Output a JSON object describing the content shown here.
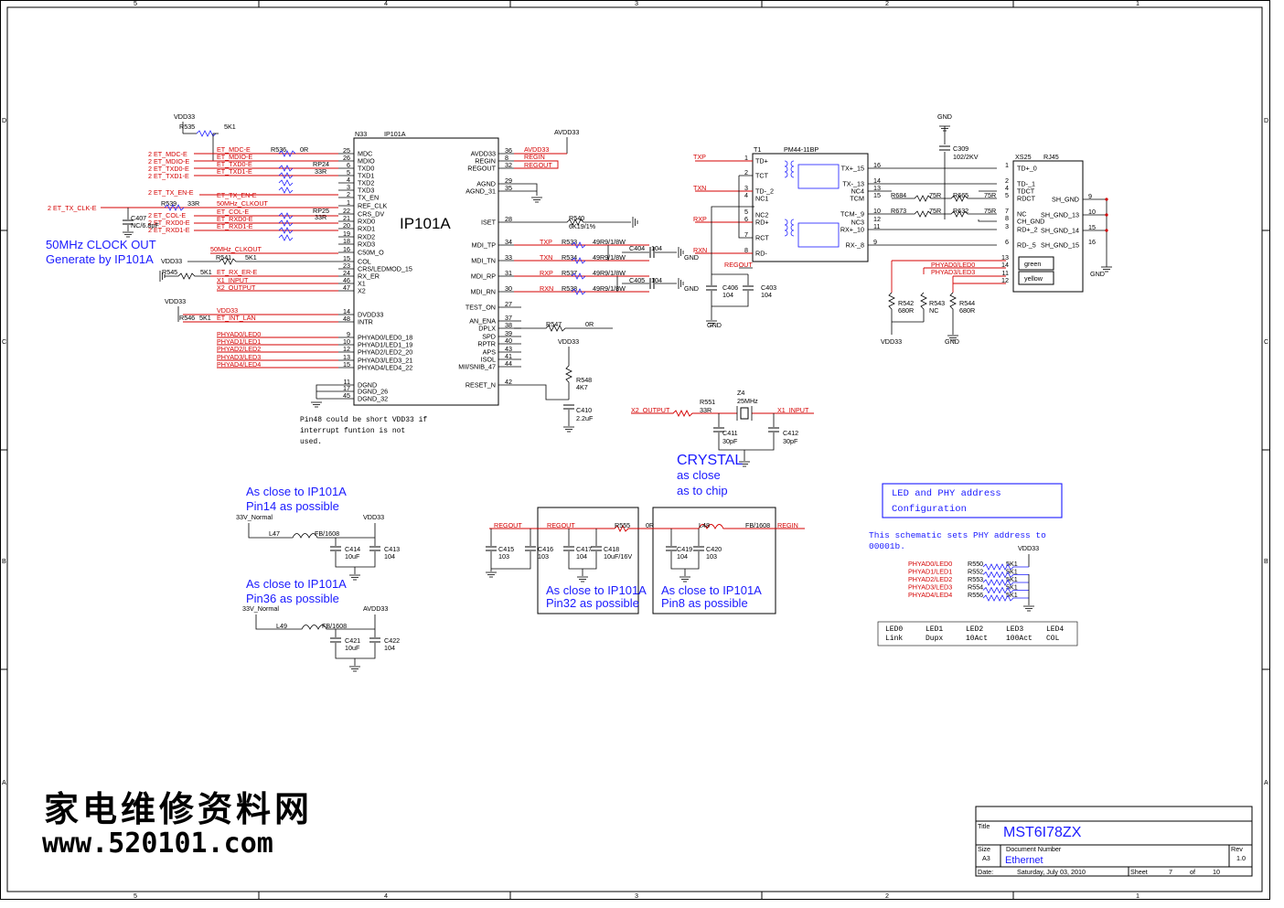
{
  "frame": {
    "cols": [
      "5",
      "4",
      "3",
      "2",
      "1"
    ],
    "rows": [
      "D",
      "C",
      "B",
      "A"
    ]
  },
  "ic": {
    "ref": "N33",
    "part": "IP101A",
    "label": "IP101A",
    "left_pins": [
      {
        "n": "25",
        "name": "MDC"
      },
      {
        "n": "26",
        "name": "MDIO"
      },
      {
        "n": "6",
        "name": "TXD0"
      },
      {
        "n": "5",
        "name": "TXD1"
      },
      {
        "n": "4",
        "name": "TXD2"
      },
      {
        "n": "3",
        "name": "TXD3"
      },
      {
        "n": "2",
        "name": "TX_EN"
      },
      {
        "n": "1",
        "name": "REF_CLK"
      },
      {
        "n": "22",
        "name": "CRS_DV"
      },
      {
        "n": "21",
        "name": "RXD0"
      },
      {
        "n": "20",
        "name": "RXD1"
      },
      {
        "n": "19",
        "name": "RXD2"
      },
      {
        "n": "18",
        "name": "RXD3"
      },
      {
        "n": "16",
        "name": "C50M_O"
      },
      {
        "n": "15",
        "name": "COL"
      },
      {
        "n": "23",
        "name": "CRS/LEDMOD_15"
      },
      {
        "n": "24",
        "name": "RX_ER"
      },
      {
        "n": "46",
        "name": "X1"
      },
      {
        "n": "47",
        "name": "X2"
      },
      {
        "n": "14",
        "name": "DVDD33"
      },
      {
        "n": "48",
        "name": "INTR"
      },
      {
        "n": "9",
        "name": "PHYAD0/LED0_18"
      },
      {
        "n": "10",
        "name": "PHYAD1/LED1_19"
      },
      {
        "n": "12",
        "name": "PHYAD2/LED2_20"
      },
      {
        "n": "13",
        "name": "PHYAD3/LED3_21"
      },
      {
        "n": "15",
        "name": "PHYAD4/LED4_22"
      },
      {
        "n": "11",
        "name": "DGND"
      },
      {
        "n": "17",
        "name": "DGND_26"
      },
      {
        "n": "45",
        "name": "DGND_32"
      }
    ],
    "right_pins": [
      {
        "n": "36",
        "name": "AVDD33"
      },
      {
        "n": "8",
        "name": "REGIN"
      },
      {
        "n": "32",
        "name": "REGOUT"
      },
      {
        "n": "29",
        "name": "AGND"
      },
      {
        "n": "35",
        "name": "AGND_31"
      },
      {
        "n": "28",
        "name": "ISET"
      },
      {
        "n": "34",
        "name": "MDI_TP"
      },
      {
        "n": "33",
        "name": "MDI_TN"
      },
      {
        "n": "31",
        "name": "MDI_RP"
      },
      {
        "n": "30",
        "name": "MDI_RN"
      },
      {
        "n": "27",
        "name": "TEST_ON"
      },
      {
        "n": "37",
        "name": "AN_ENA"
      },
      {
        "n": "38",
        "name": "DPLX"
      },
      {
        "n": "39",
        "name": "SPD"
      },
      {
        "n": "40",
        "name": "RPTR"
      },
      {
        "n": "43",
        "name": "APS"
      },
      {
        "n": "41",
        "name": "ISOL"
      },
      {
        "n": "44",
        "name": "MII/SNIB_47"
      },
      {
        "n": "42",
        "name": "RESET_N"
      }
    ]
  },
  "left_nets": {
    "mdc": "2  ET_MDC-E",
    "mdio": "2  ET_MDIO-E",
    "txd0": "2  ET_TXD0-E",
    "txd1": "2  ET_TXD1-E",
    "txen": "2  ET_TX_EN-E",
    "txclk": "2  ET_TX_CLK-E",
    "col": "2  ET_COL-E",
    "rxd0": "2  ET_RXD0-E",
    "rxd1": "2  ET_RXD1-E",
    "n_mdc": "ET_MDC-E",
    "n_mdio": "ET_MDIO-E",
    "n_txd0": "ET_TXD0-E",
    "n_txd1": "ET_TXD1-E",
    "n_txen": "ET_TX_EN-E",
    "n_clk": "50MHz_CLKOUT",
    "n_col": "ET_COL-E",
    "n_rxd0": "ET_RXD0-E",
    "n_rxd1": "ET_RXD1-E",
    "n_c50": "50MHz_CLKOUT",
    "n_rxer": "ET_RX_ER-E",
    "n_x1": "X1_INPUT",
    "n_x2": "X2_OUTPUT",
    "n_vdd": "VDD33",
    "n_int": "ET_INT_LAN",
    "n_led": [
      "PHYAD0/LED0",
      "PHYAD1/LED1",
      "PHYAD2/LED2",
      "PHYAD3/LED3",
      "PHYAD4/LED4"
    ]
  },
  "left_parts": {
    "vdd_top": "VDD33",
    "r535": "R535",
    "r535v": "5K1",
    "r536": "R536",
    "r536v": "0R",
    "rp24": "RP24",
    "rp24v": "33R",
    "rp25": "RP25",
    "rp25v": "33R",
    "r539": "R539",
    "r539v": "33R",
    "c407": "C407",
    "c407v": "NC/6.8pF",
    "r541": "R541",
    "r541v": "5K1",
    "r545": "R545",
    "r545v": "5K1",
    "vdd_l1": "VDD33",
    "vdd_l2": "VDD33",
    "r546": "R546",
    "r546v": "5K1",
    "clk_note1": "50MHz CLOCK OUT",
    "clk_note2": "Generate by IP101A"
  },
  "right_parts": {
    "avdd": "AVDD33",
    "n_avdd": "AVDD33",
    "n_regin": "REGIN",
    "n_regout": "REGOUT",
    "r540": "R540",
    "r540v": "6K19/1%",
    "txp": "TXP",
    "txn": "TXN",
    "rxp": "RXP",
    "rxn": "RXN",
    "r533": "R533",
    "r534": "R534",
    "r537": "R537",
    "r538": "R538",
    "rv": "49R9/1/8W",
    "c404": "C404",
    "c405": "C405",
    "cv104": "104",
    "gnd": "GND",
    "r547": "R547",
    "r547v": "0R",
    "vdd_rst": "VDD33",
    "r548": "R548",
    "r548v": "4K7",
    "c410": "C410",
    "c410v": "2.2uF"
  },
  "note_pin48": [
    "Pin48 could be short VDD33 if",
    "interrupt funtion is not",
    "used."
  ],
  "xfmr": {
    "ref": "T1",
    "part": "PM44-11BP",
    "left": [
      "TD+",
      "TCT",
      "TD-_2",
      "NC1",
      "NC2",
      "RD+",
      "RCT",
      "RD-"
    ],
    "left_n": [
      "1",
      "2",
      "3",
      "4",
      "5",
      "6",
      "7",
      "8"
    ],
    "right": [
      "TX+_15",
      "TX-_13",
      "NC4",
      "TCM",
      "TCM-_9",
      "NC3",
      "RX+_10",
      "RX-_8"
    ],
    "right_n": [
      "16",
      "14",
      "13",
      "15",
      "10",
      "12",
      "11",
      "9"
    ],
    "nets": [
      "TXP",
      "TXN",
      "RXP",
      "RXN"
    ],
    "regout": "REGOUT",
    "c406": "C406",
    "c403": "C403",
    "cv": "104",
    "gnd": "GND"
  },
  "rj45": {
    "ref": "XS25",
    "part": "RJ45",
    "pins": [
      "TD+_0",
      "TD-_1",
      "TDCT",
      "RDCT",
      "NC",
      "CH_GND",
      "RD+_2",
      "RD-_5"
    ],
    "pins_n": [
      "1",
      "2",
      "4",
      "5",
      "7",
      "8",
      "3",
      "6"
    ],
    "shield": [
      "SH_GND",
      "SH_GND_13",
      "SH_GND_14",
      "SH_GND_15"
    ],
    "shield_n": [
      "9",
      "10",
      "15",
      "16"
    ],
    "led_n": [
      "13",
      "14",
      "11",
      "12"
    ],
    "led_green": "green",
    "led_yellow": "yellow",
    "gnd_top": "GND",
    "c309": "C309",
    "c309v": "102/2KV",
    "r684": "R684",
    "r665": "R665",
    "r673": "R673",
    "r632": "R632",
    "rv75": "75R",
    "phy0": "PHYAD0/LED0",
    "phy3": "PHYAD3/LED3",
    "r542": "R542",
    "r542v": "680R",
    "r543": "R543",
    "r543v": "NC",
    "r544": "R544",
    "r544v": "680R",
    "vdd": "VDD33",
    "gnd_b": "GND",
    "gnd_r": "GND"
  },
  "crystal": {
    "x2": "X2_OUTPUT",
    "x1": "X1_INPUT",
    "r551": "R551",
    "r551v": "33R",
    "z4": "Z4",
    "z4v": "25MHz",
    "c411": "C411",
    "c411v": "30pF",
    "c412": "C412",
    "c412v": "30pF",
    "note": [
      "CRYSTAL",
      "as close",
      "as to chip"
    ]
  },
  "led_cfg": {
    "box": [
      "LED and PHY address",
      "Configuration"
    ],
    "note": [
      "This schematic sets PHY address to",
      "00001b."
    ],
    "vdd": "VDD33",
    "rows": [
      {
        "net": "PHYAD0/LED0",
        "ref": "R550",
        "val": "5K1"
      },
      {
        "net": "PHYAD1/LED1",
        "ref": "R552",
        "val": "5K1"
      },
      {
        "net": "PHYAD2/LED2",
        "ref": "R553",
        "val": "5K1"
      },
      {
        "net": "PHYAD3/LED3",
        "ref": "R554",
        "val": "5K1"
      },
      {
        "net": "PHYAD4/LED4",
        "ref": "R556",
        "val": "5K1"
      }
    ],
    "table_h": [
      "LED0",
      "LED1",
      "LED2",
      "LED3",
      "LED4"
    ],
    "table_v": [
      "Link",
      "Dupx",
      "10Act",
      "100Act",
      "COL"
    ]
  },
  "power1": {
    "note": [
      "As close to IP101A",
      "Pin14 as possible"
    ],
    "in": "33V_Normal",
    "out": "VDD33",
    "l": "L47",
    "lv": "FB/1608",
    "c1": "C414",
    "c1v": "10uF",
    "c2": "C413",
    "c2v": "104"
  },
  "power2": {
    "note": [
      "As close to IP101A",
      "Pin36 as possible"
    ],
    "in": "33V_Normal",
    "out": "AVDD33",
    "l": "L49",
    "lv": "FB/1608",
    "c1": "C421",
    "c1v": "10uF",
    "c2": "C422",
    "c2v": "104"
  },
  "reg": {
    "n1": "REGOUT",
    "n2": "REGOUT",
    "n3": "REGIN",
    "r555": "R555",
    "r555v": "0R",
    "l48": "L48",
    "l48v": "FB/1608",
    "caps": [
      {
        "ref": "C415",
        "val": "103"
      },
      {
        "ref": "C416",
        "val": "103"
      },
      {
        "ref": "C417",
        "val": "104"
      },
      {
        "ref": "C418",
        "val": "10uF/16V"
      },
      {
        "ref": "C419",
        "val": "104"
      },
      {
        "ref": "C420",
        "val": "103"
      }
    ],
    "note_a": [
      "As close to IP101A",
      "Pin32 as possible"
    ],
    "note_b": [
      "As close to IP101A",
      "Pin8 as possible"
    ]
  },
  "watermark": {
    "cn": "家电维修资料网",
    "url": "www.520101.com"
  },
  "title_block": {
    "title_lbl": "Title",
    "title": "MST6I78ZX",
    "size_lbl": "Size",
    "size": "A3",
    "doc_lbl": "Document Number",
    "doc": "Ethernet",
    "rev_lbl": "Rev",
    "rev": "1.0",
    "date_lbl": "Date:",
    "date": "Saturday, July 03, 2010",
    "sheet_lbl": "Sheet",
    "sheet": "7",
    "of_lbl": "of",
    "of": "10"
  }
}
